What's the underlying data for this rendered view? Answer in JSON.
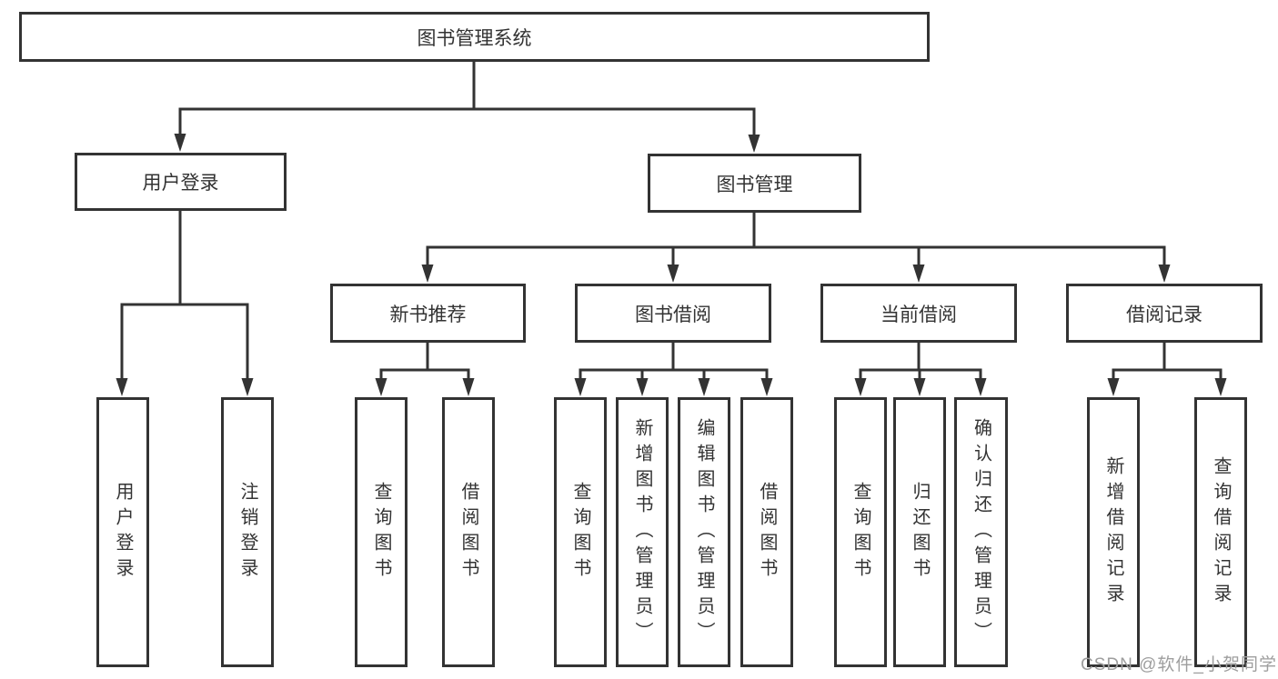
{
  "colors": {
    "line": "#333333",
    "box-border": "#333333",
    "text": "#333333",
    "watermark": "#9e9e9e",
    "background": "#ffffff"
  },
  "diagram": {
    "type": "tree",
    "root": {
      "label": "图书管理系统"
    },
    "level2": [
      {
        "label": "用户登录",
        "parent": "图书管理系统"
      },
      {
        "label": "图书管理",
        "parent": "图书管理系统"
      }
    ],
    "level3": [
      {
        "label": "新书推荐",
        "parent": "图书管理"
      },
      {
        "label": "图书借阅",
        "parent": "图书管理"
      },
      {
        "label": "当前借阅",
        "parent": "图书管理"
      },
      {
        "label": "借阅记录",
        "parent": "图书管理"
      }
    ],
    "leaves": [
      {
        "label": "用户登录",
        "parent": "用户登录"
      },
      {
        "label": "注销登录",
        "parent": "用户登录"
      },
      {
        "label": "查询图书",
        "parent": "新书推荐"
      },
      {
        "label": "借阅图书",
        "parent": "新书推荐"
      },
      {
        "label": "查询图书",
        "parent": "图书借阅"
      },
      {
        "label": "新增图书（管理员）",
        "parent": "图书借阅"
      },
      {
        "label": "编辑图书（管理员）",
        "parent": "图书借阅"
      },
      {
        "label": "借阅图书",
        "parent": "图书借阅"
      },
      {
        "label": "查询图书",
        "parent": "当前借阅"
      },
      {
        "label": "归还图书",
        "parent": "当前借阅"
      },
      {
        "label": "确认归还（管理员）",
        "parent": "当前借阅"
      },
      {
        "label": "新增借阅记录",
        "parent": "借阅记录"
      },
      {
        "label": "查询借阅记录",
        "parent": "借阅记录"
      }
    ]
  },
  "watermark": {
    "text": "CSDN @软件_小贺同学"
  }
}
